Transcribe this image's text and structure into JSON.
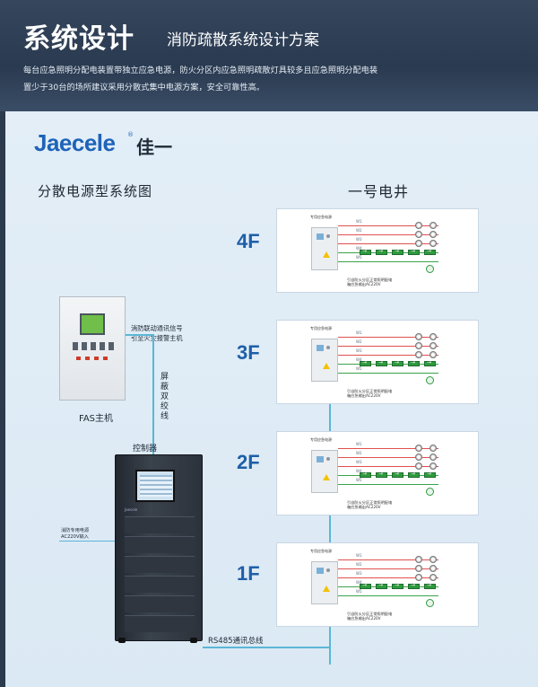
{
  "header": {
    "title_main": "系统设计",
    "title_sub": "消防疏散系统设计方案",
    "intro_line1": "每台应急照明分配电装置带独立应急电源，防火分区内应急照明疏散灯具较多且应急照明分配电装",
    "intro_line2": "置少于30台的场所建议采用分散式集中电源方案，安全可靠性高。"
  },
  "brand": {
    "logo_text": "Jaecele",
    "logo_cn": "佳一",
    "reg": "®",
    "color": "#1e63b8"
  },
  "diagram": {
    "title": "分散电源型系统图",
    "shaft_title": "一号电井",
    "floors": [
      {
        "label": "4F"
      },
      {
        "label": "3F"
      },
      {
        "label": "2F"
      },
      {
        "label": "1F"
      }
    ],
    "card": {
      "cabinet_caption": "专用应急电源",
      "circuits": [
        "W1",
        "W2",
        "W3",
        "W4",
        "W5"
      ],
      "note_line1": "引自防火分区正常照明配电",
      "note_line2": "箱应急输出AC220V"
    },
    "fas": {
      "label": "FAS主机",
      "signal_line1": "消防联动通讯信号",
      "signal_line2": "引至火灾报警主机"
    },
    "cable_label": "屏蔽双绞线",
    "controller": {
      "label": "控制器",
      "ac_line1": "消防专用电源",
      "ac_line2": "AC220V输入",
      "screen_brand": "Jaecele"
    },
    "bus_label": "RS485通讯总线",
    "colors": {
      "bus": "#5bb6d6",
      "floor_label": "#1e5fa8",
      "power_line": "#e05050",
      "exit_line": "#3aa34a"
    }
  }
}
